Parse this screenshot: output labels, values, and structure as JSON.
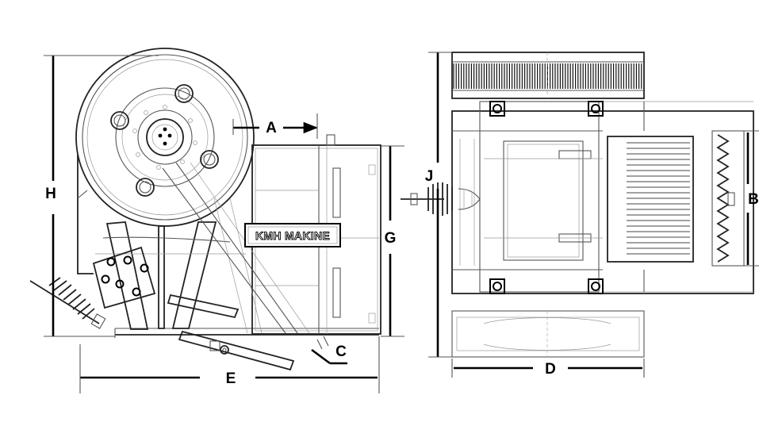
{
  "dimension_labels": {
    "a": "A",
    "b": "B",
    "c": "C",
    "d": "D",
    "e": "E",
    "g": "G",
    "h": "H",
    "j": "J"
  },
  "nameplate": {
    "text": "KMH MAKINE"
  },
  "colors": {
    "line": "#000000",
    "detail": "#9a9a9a",
    "background": "#ffffff"
  }
}
